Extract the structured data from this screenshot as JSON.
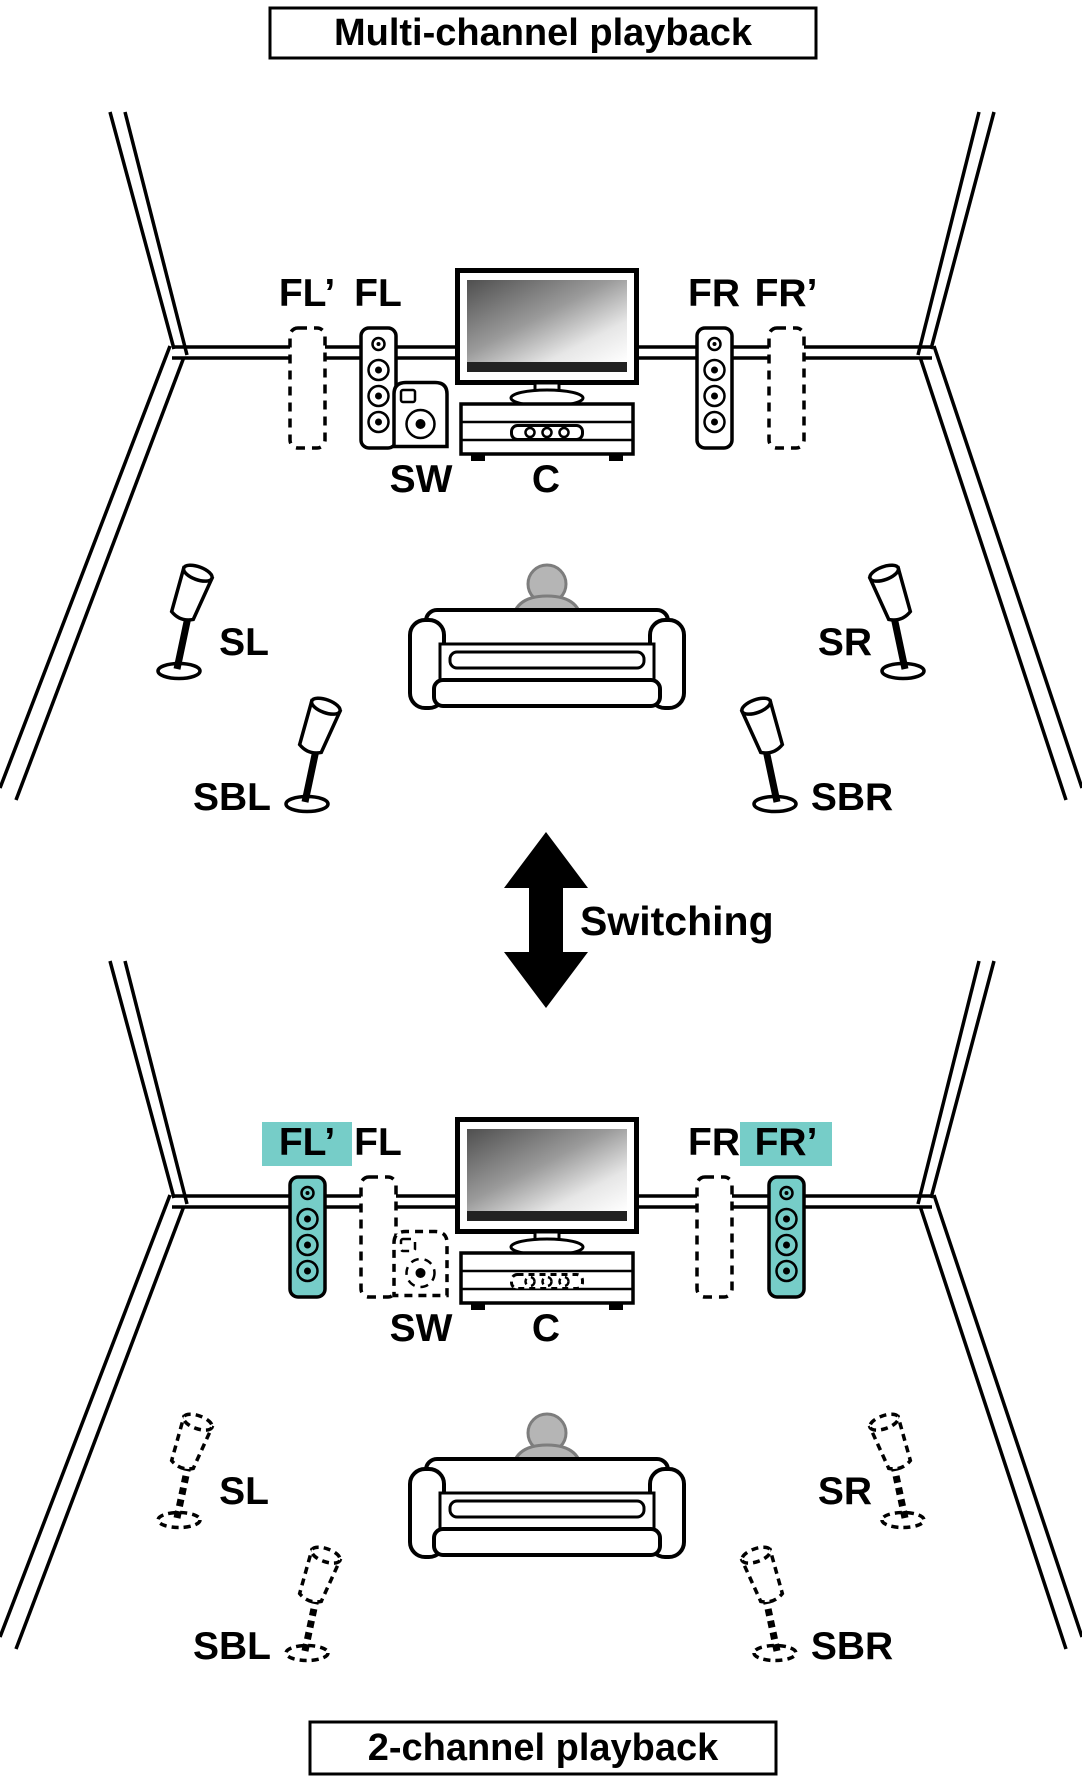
{
  "multi_channel": {
    "title": "Multi-channel playback",
    "labels": {
      "fl_alt": "FL’",
      "fl": "FL",
      "sw": "SW",
      "c": "C",
      "fr": "FR",
      "fr_alt": "FR’",
      "sl": "SL",
      "sr": "SR",
      "sbl": "SBL",
      "sbr": "SBR"
    }
  },
  "two_channel": {
    "title": "2-channel playback",
    "labels": {
      "fl_alt": "FL’",
      "fl": "FL",
      "sw": "SW",
      "c": "C",
      "fr": "FR",
      "fr_alt": "FR’",
      "sl": "SL",
      "sr": "SR",
      "sbl": "SBL",
      "sbr": "SBR"
    }
  },
  "switching_label": "Switching",
  "colors": {
    "highlight": "#76cdc8",
    "line": "#000000",
    "listener_fill": "#b5b5b5"
  }
}
